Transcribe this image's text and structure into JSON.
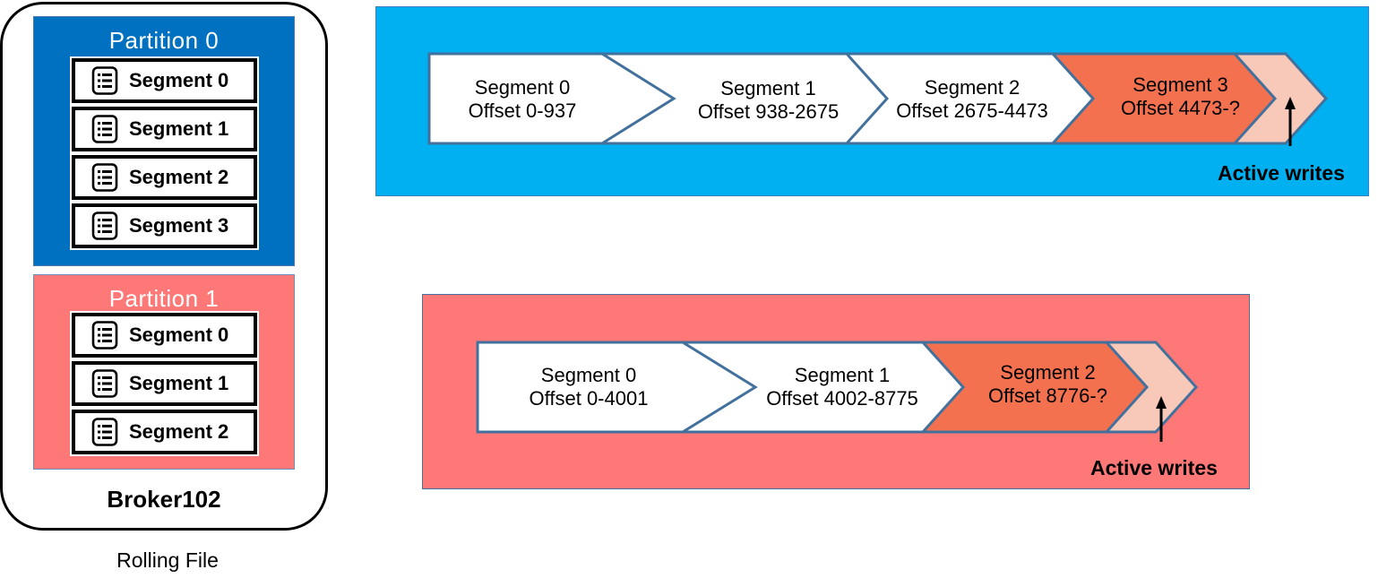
{
  "broker": {
    "name": "Broker102",
    "caption": "Rolling File",
    "partitions": [
      {
        "title": "Partition  0",
        "segments": [
          "Segment 0",
          "Segment 1",
          "Segment 2",
          "Segment 3"
        ]
      },
      {
        "title": "Partition  1",
        "segments": [
          "Segment 0",
          "Segment 1",
          "Segment 2"
        ]
      }
    ]
  },
  "timelines": [
    {
      "segments": [
        {
          "name": "Segment 0",
          "offset": "Offset 0-937"
        },
        {
          "name": "Segment 1",
          "offset": "Offset 938-2675"
        },
        {
          "name": "Segment 2",
          "offset": "Offset 2675-4473"
        },
        {
          "name": "Segment 3",
          "offset": "Offset 4473-?"
        }
      ],
      "active_label": "Active writes"
    },
    {
      "segments": [
        {
          "name": "Segment 0",
          "offset": "Offset 0-4001"
        },
        {
          "name": "Segment 1",
          "offset": "Offset 4002-8775"
        },
        {
          "name": "Segment 2",
          "offset": "Offset 8776-?"
        }
      ],
      "active_label": "Active writes"
    }
  ],
  "colors": {
    "partition0": "#0070c0",
    "partition1": "#ff7878",
    "band0": "#00b0f0",
    "band1": "#ff7878",
    "active_segment": "#f4714f",
    "pending_segment": "#f8c8b8",
    "chevron_outline": "#41719c"
  }
}
